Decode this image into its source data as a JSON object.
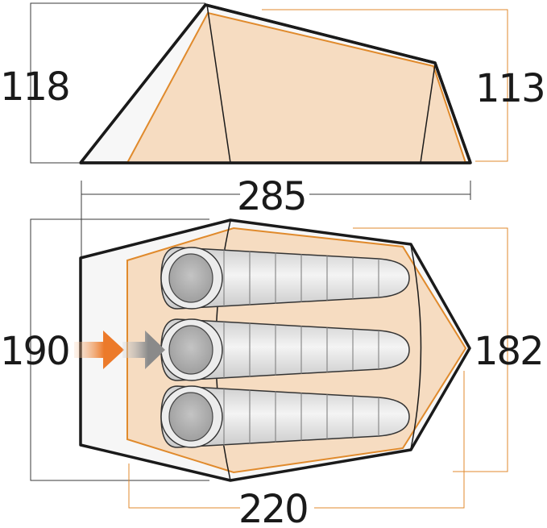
{
  "dimensions": {
    "front_height": "118",
    "rear_height": "113",
    "total_length": "285",
    "front_width": "190",
    "rear_width": "182",
    "inner_length": "220"
  },
  "colors": {
    "outline": "#1a1a1a",
    "inner_tent_fill": "#f6dcc1",
    "inner_tent_stroke": "#e08a2c",
    "flysheet_fill": "#f6f6f6",
    "sleeping_bag_body": "#e6e6e6",
    "sleeping_bag_hood": "#b9b9b9",
    "entry_arrow_orange": "#ec7a2a",
    "entry_arrow_grey": "#8a8a8a"
  },
  "sleeping_bag_count": 3,
  "icons": [
    "entrance-arrow-outer-icon",
    "entrance-arrow-inner-icon",
    "sleeping-bag-icon"
  ]
}
